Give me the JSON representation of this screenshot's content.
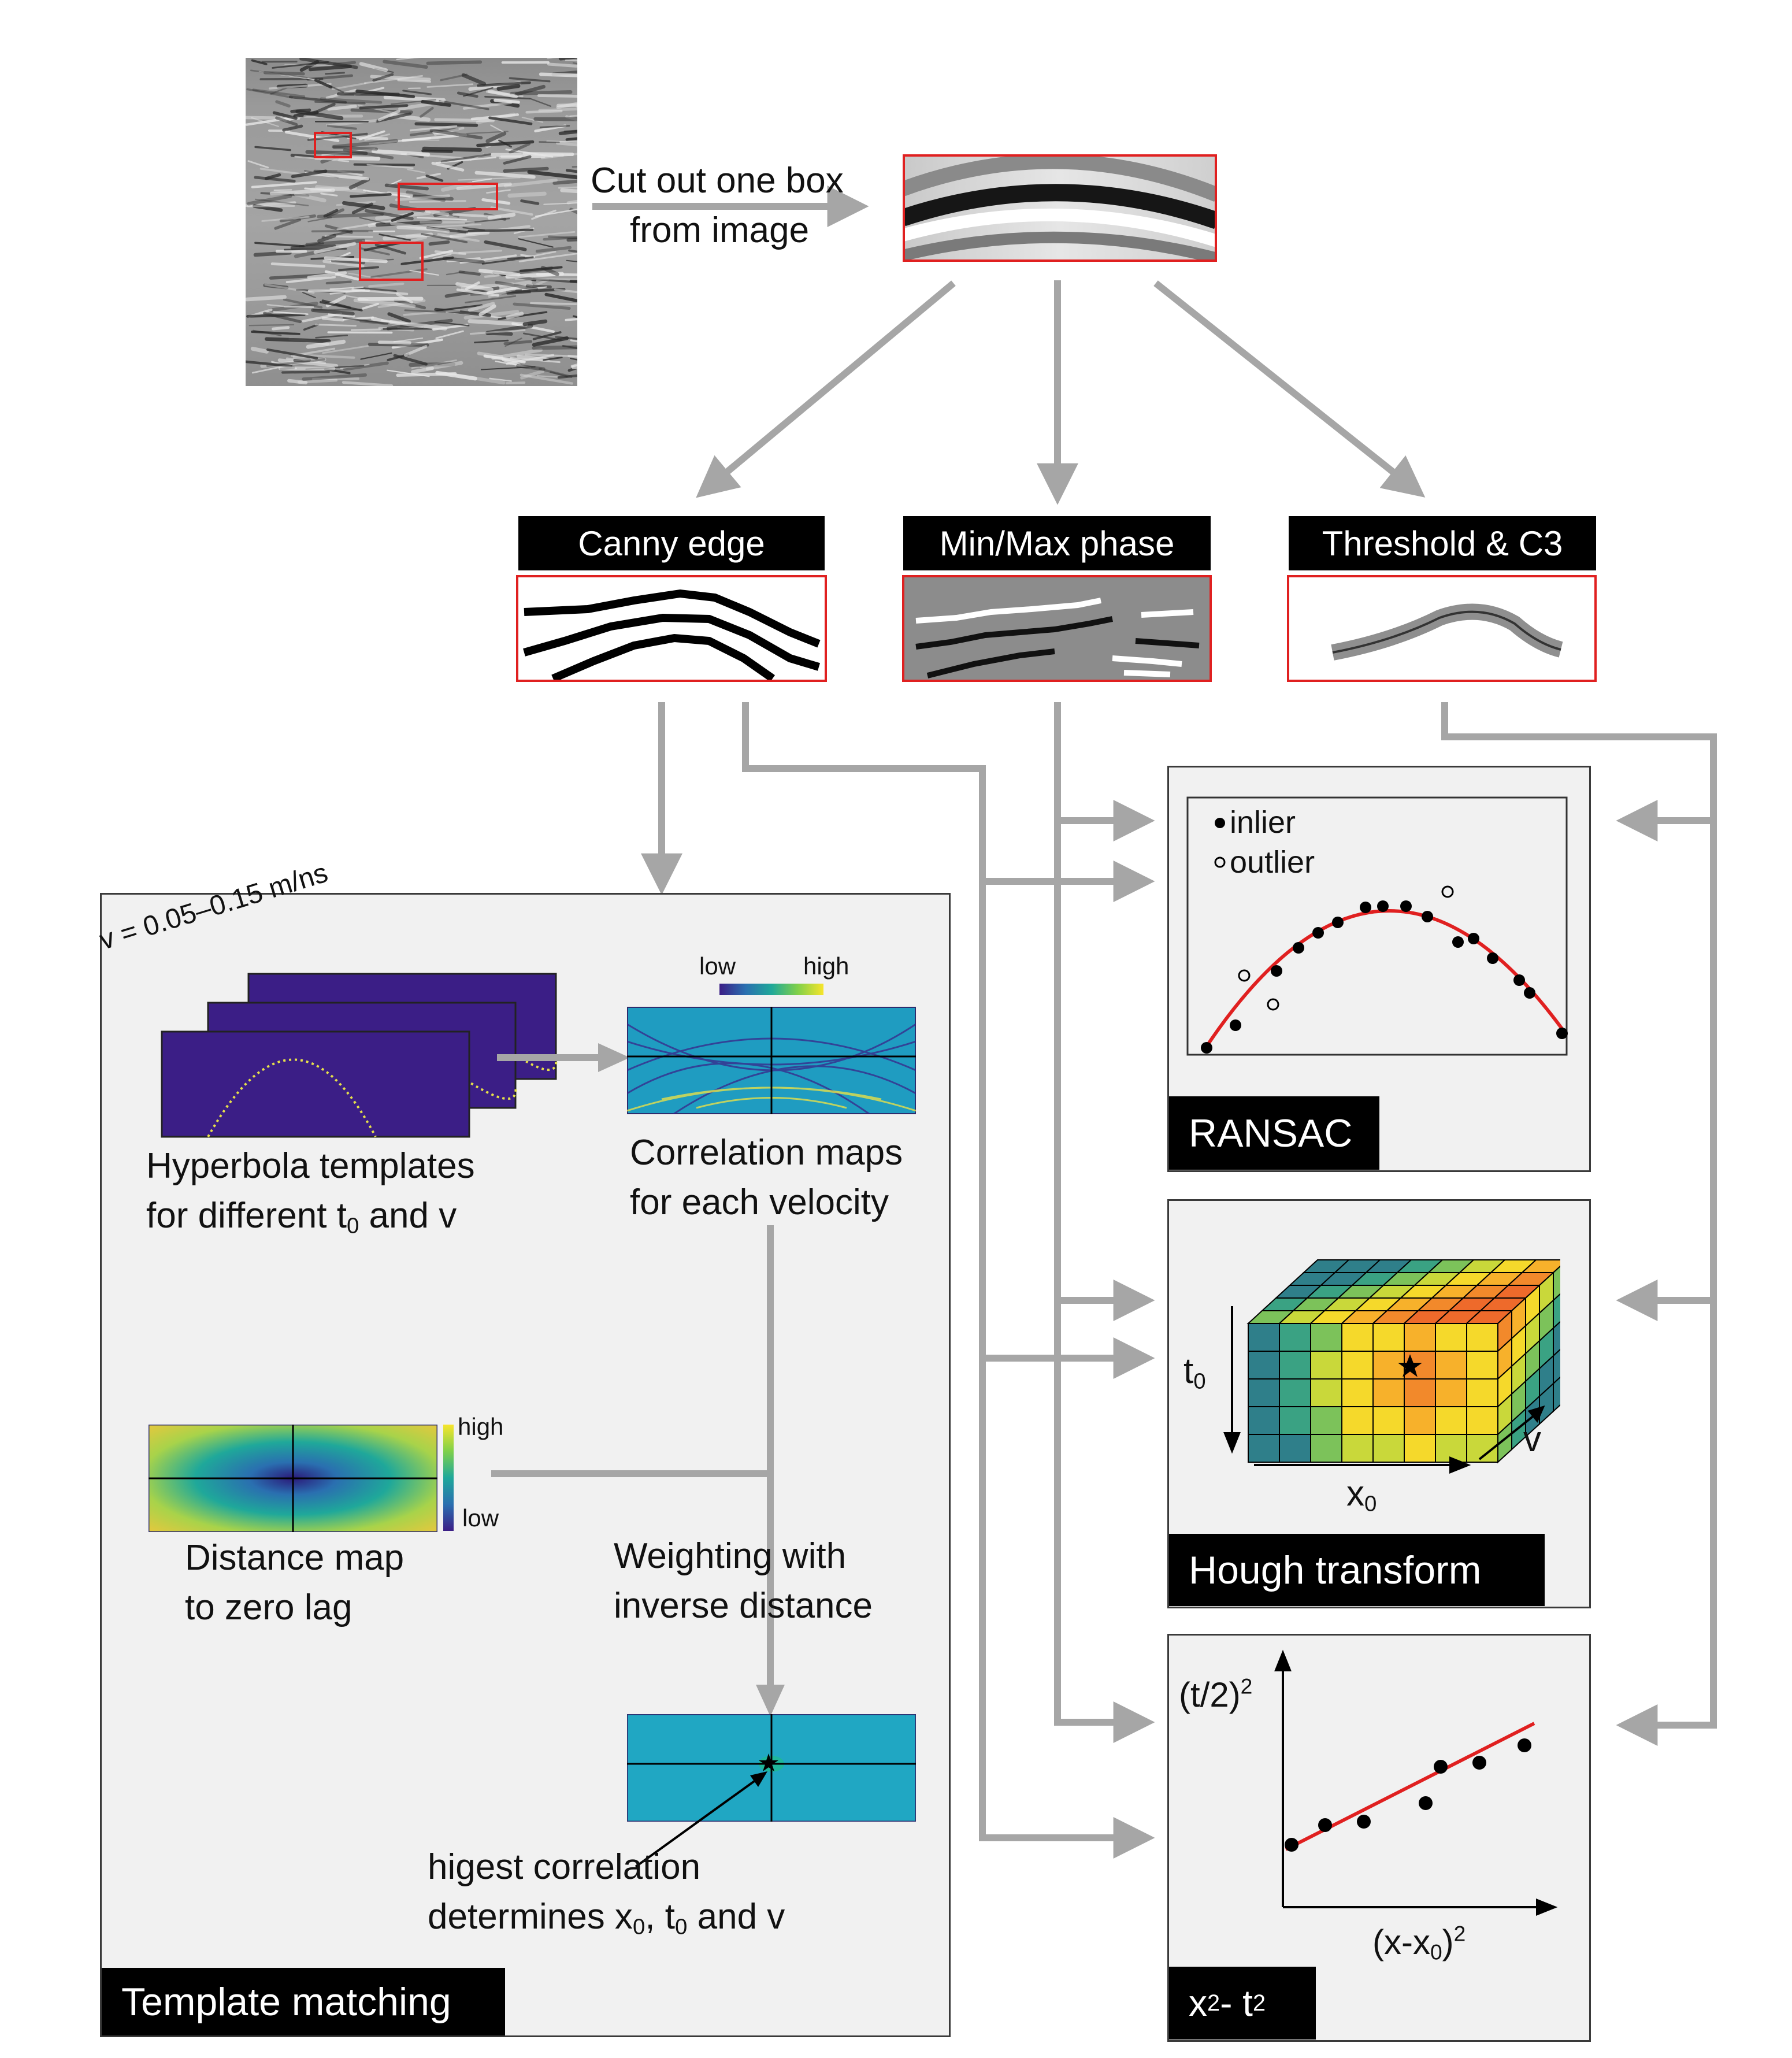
{
  "top": {
    "cut_label_line1": "Cut out one box",
    "cut_label_line2": "from image"
  },
  "methods": {
    "canny": "Canny edge",
    "minmax": "Min/Max phase",
    "threshold": "Threshold & C3"
  },
  "template_matching": {
    "title": "Template matching",
    "velocity_range": "v = 0.05–0.15 m/ns",
    "templates_line1": "Hyperbola templates",
    "templates_line2_pre": "for different t",
    "templates_sub": "0",
    "templates_line2_post": " and v",
    "corr_line1": "Correlation maps",
    "corr_line2": "for each velocity",
    "cb_low": "low",
    "cb_high": "high",
    "dist_line1": "Distance map",
    "dist_line2": "to zero lag",
    "dist_cb_high": "high",
    "dist_cb_low": "low",
    "weight_line1": "Weighting with",
    "weight_line2": "inverse distance",
    "best_line1": "higest correlation",
    "best_line2_pre": "determines x",
    "best_sub1": "0",
    "best_mid": ", t",
    "best_sub2": "0",
    "best_post": " and v"
  },
  "ransac": {
    "title": "RANSAC",
    "legend_inlier": "inlier",
    "legend_outlier": "outlier"
  },
  "hough": {
    "title": "Hough transform",
    "axis_t": "t",
    "axis_t_sub": "0",
    "axis_x": "x",
    "axis_x_sub": "0",
    "axis_v": "v"
  },
  "x2t2": {
    "title_pre": "x",
    "title_sup1": "2",
    "title_mid": " - t",
    "title_sup2": "2",
    "ylabel": "(t/2)",
    "ylabel_sup": "2",
    "xlabel_pre": "(x-x",
    "xlabel_sub": "0",
    "xlabel_post": ")",
    "xlabel_sup": "2"
  },
  "colors": {
    "arrow": "#a6a6a6",
    "red": "#e02020",
    "panel_bg": "#f1f1f1"
  }
}
